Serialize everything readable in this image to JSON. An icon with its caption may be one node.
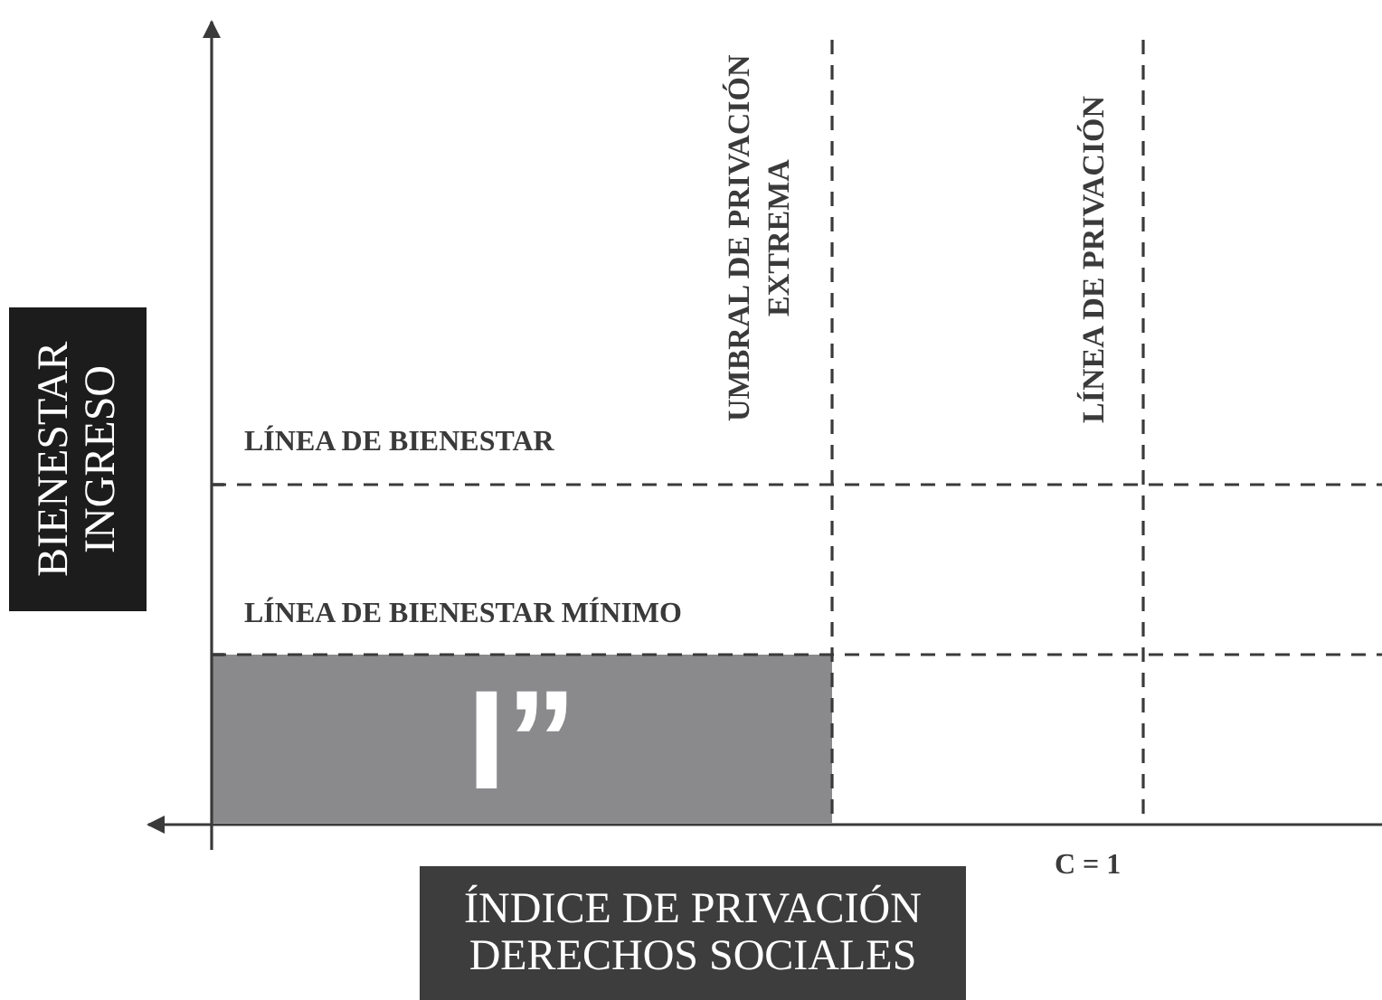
{
  "diagram": {
    "nodes": [
      {
        "text": [
          "BIENESTAR INGRESO"
        ]
      },
      {
        "text": [
          "ÍNDICE DE PRIVACIÓN DERECHOS SOCIALES"
        ]
      },
      {
        "text": [
          "I”"
        ]
      }
    ],
    "edges": [],
    "labels": [
      "UMBRAL DE PRIVACIÓN EXTREMA",
      "LÍNEA DE PRIVACIÓN",
      "LÍNEA DE BIENESTAR",
      "LÍNEA DE BIENESTAR MÍNIMO",
      "C = 1"
    ]
  }
}
